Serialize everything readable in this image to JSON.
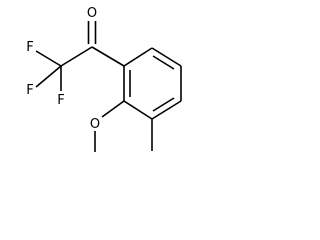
{
  "molecule": {
    "labels": {
      "oxygen_carbonyl": "O",
      "fluorine_1": "F",
      "fluorine_2": "F",
      "fluorine_3": "F",
      "oxygen_methoxy": "O"
    }
  }
}
